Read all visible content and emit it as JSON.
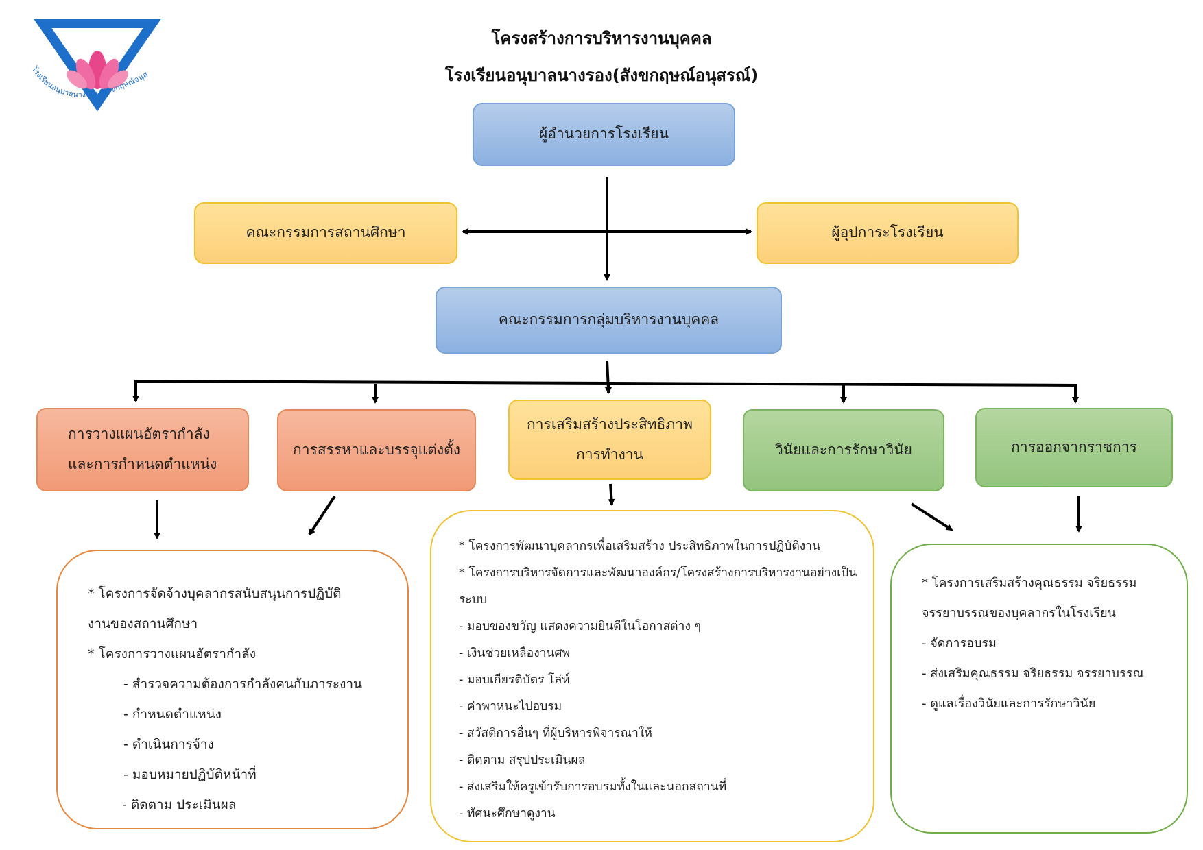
{
  "header": {
    "title_line1": "โครงสร้างการบริหารงานบุคคล",
    "title_line2": "โรงเรียนอนุบาลนางรอง(สังขกฤษณ์อนุสรณ์)",
    "logo_ring_text": "โรงเรียนอนุบาลนางรอง (สังขกฤษณ์อนุสรณ์)"
  },
  "colors": {
    "blue": "#8cb1e1",
    "yellow": "#fdd07a",
    "orange": "#f19a76",
    "green": "#93c47d",
    "orange_border": "#e58a5c",
    "yellow_border": "#f1c232",
    "green_border": "#7cb55f",
    "logo_blue": "#1e6fc9",
    "logo_pink": "#e8468a"
  },
  "nodes": {
    "director": "ผู้อำนวยการโรงเรียน",
    "education_board": "คณะกรรมการสถานศึกษา",
    "school_patrons": "ผู้อุปการะโรงเรียน",
    "personnel_committee": "คณะกรรมการกลุ่มบริหารงานบุคคล",
    "planning": [
      "การวางแผนอัตรากำลัง",
      "และการกำหนดตำแหน่ง"
    ],
    "recruitment": "การสรรหาและบรรจุแต่งตั้ง",
    "efficiency": [
      "การเสริมสร้างประสิทธิภาพ",
      "การทำงาน"
    ],
    "discipline": "วินัยและการรักษาวินัย",
    "retirement": "การออกจากราชการ"
  },
  "details": {
    "left": [
      "* โครงการจัดจ้างบุคลากรสนับสนุนการปฏิบัติ",
      "งานของสถานศึกษา",
      "* โครงการวางแผนอัตรากำลัง",
      "- สำรวจความต้องการกำลังคนกับภาระงาน",
      "- กำหนดตำแหน่ง",
      "- ดำเนินการจ้าง",
      "- มอบหมายปฏิบัติหน้าที่",
      "- ติดตาม ประเมินผล"
    ],
    "middle": [
      "* โครงการพัฒนาบุคลากรเพื่อเสริมสร้าง ประสิทธิภาพในการปฏิบัติงาน",
      "* โครงการบริหารจัดการและพัฒนาองค์กร/โครงสร้างการบริหารงานอย่างเป็น",
      "ระบบ",
      "- มอบของขวัญ แสดงความยินดีในโอกาสต่าง ๆ",
      "- เงินช่วยเหลืองานศพ",
      "- มอบเกียรติบัตร โล่ห์",
      "- ค่าพาหนะไปอบรม",
      "- สวัสดิการอื่นๆ ที่ผู้บริหารพิจารณาให้",
      "- ติดตาม สรุปประเมินผล",
      "- ส่งเสริมให้ครูเข้ารับการอบรมทั้งในและนอกสถานที่",
      "- ทัศนะศึกษาดูงาน"
    ],
    "right": [
      "* โครงการเสริมสร้างคุณธรรม จริยธรรม",
      "จรรยาบรรณของบุคลากรในโรงเรียน",
      "- จัดการอบรม",
      "- ส่งเสริมคุณธรรม จริยธรรม จรรยาบรรณ",
      "- ดูแลเรื่องวินัยและการรักษาวินัย"
    ]
  }
}
